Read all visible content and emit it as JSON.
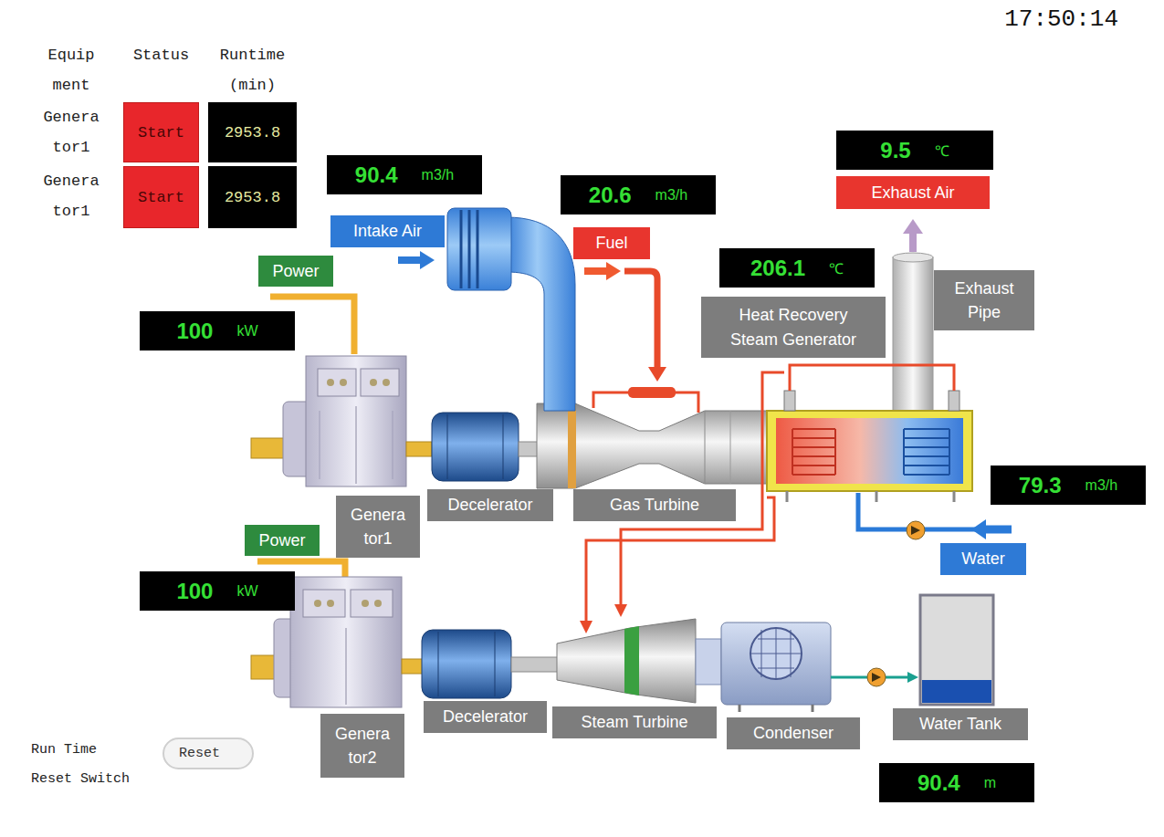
{
  "diagram": {
    "nodes": [
      {
        "text": [
          "Start"
        ]
      },
      {
        "text": [
          "2953.8"
        ]
      },
      {
        "text": [
          "Start"
        ]
      },
      {
        "text": [
          "2953.8"
        ]
      },
      {
        "text": [
          "90.4",
          "m3/h"
        ]
      },
      {
        "text": [
          "20.6",
          "m3/h"
        ]
      },
      {
        "text": [
          "9.5",
          "℃"
        ]
      },
      {
        "text": [
          "Exhaust Air"
        ]
      },
      {
        "text": [
          "Intake Air"
        ]
      },
      {
        "text": [
          "Fuel"
        ]
      },
      {
        "text": [
          "206.1",
          "℃"
        ]
      },
      {
        "text": [
          "Power"
        ]
      },
      {
        "text": [
          "Exhaust Pipe"
        ]
      },
      {
        "text": [
          "Heat Recovery Steam Generator"
        ]
      },
      {
        "text": [
          "100",
          "kW"
        ]
      },
      {
        "text": [
          "79.3",
          "m3/h"
        ]
      },
      {
        "text": [
          "Genera tor1"
        ]
      },
      {
        "text": [
          "Decelerator"
        ]
      },
      {
        "text": [
          "Gas Turbine"
        ]
      },
      {
        "text": [
          "Water"
        ]
      },
      {
        "text": [
          "Power"
        ]
      },
      {
        "text": [
          "100",
          "kW"
        ]
      },
      {
        "text": [
          "Reset"
        ]
      },
      {
        "text": [
          "Genera tor2"
        ]
      },
      {
        "text": [
          "Decelerator"
        ]
      },
      {
        "text": [
          "Steam Turbine"
        ]
      },
      {
        "text": [
          "Condenser"
        ]
      },
      {
        "text": [
          "Water Tank"
        ]
      },
      {
        "text": [
          "90.4",
          "m"
        ]
      }
    ],
    "labels": [
      "17:50:14",
      "Equip ment",
      "Status",
      "Runtime (min)",
      "Genera tor1",
      "Genera tor1",
      "Run Time Reset Switch"
    ]
  }
}
